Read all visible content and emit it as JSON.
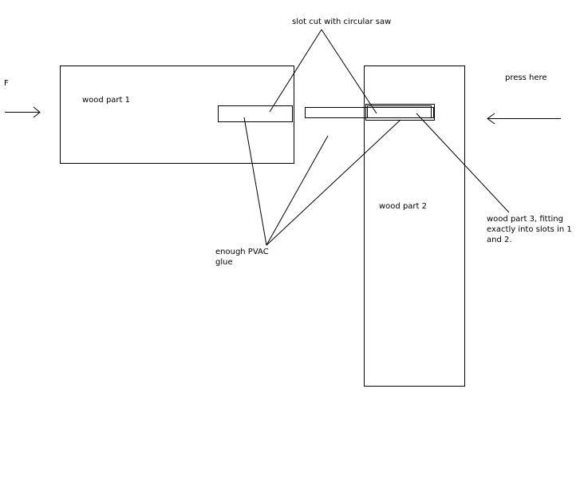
{
  "labels": {
    "force": "F",
    "press": "press here",
    "part1": "wood part 1",
    "slot": "slot cut with circular saw",
    "part2": "wood part 2",
    "part3": "wood part 3, fitting exactly into slots in 1 and 2.",
    "glue": "enough PVAC glue"
  },
  "colors": {
    "stroke": "#000000",
    "background": "#ffffff"
  }
}
